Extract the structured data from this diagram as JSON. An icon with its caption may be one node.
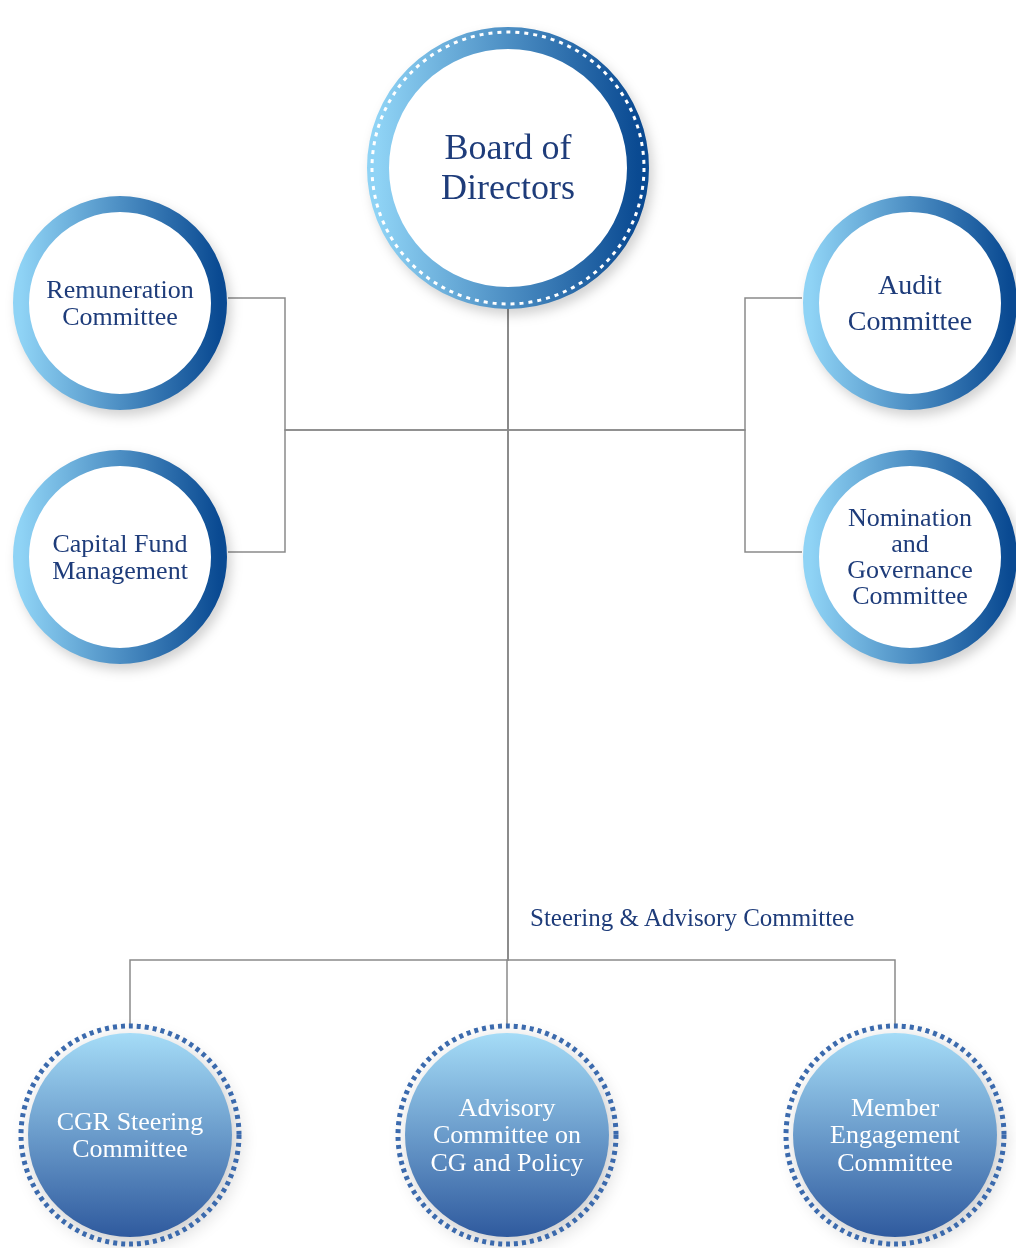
{
  "diagram": {
    "nodes": [
      {
        "text": [
          "Board of Directors"
        ]
      },
      {
        "text": [
          "Remuneration Committee"
        ]
      },
      {
        "text": [
          "Audit Committee"
        ]
      },
      {
        "text": [
          "Capital Fund Management"
        ]
      },
      {
        "text": [
          "Nomination and Governance Committee"
        ]
      },
      {
        "text": [
          "CGR Steering Committee"
        ]
      },
      {
        "text": [
          "Advisory Committee on CG and Policy"
        ]
      },
      {
        "text": [
          "Member Engagement Committee"
        ]
      }
    ],
    "edges": [
      {
        "from": 0,
        "to": 1,
        "arrow": "none"
      },
      {
        "from": 0,
        "to": 2,
        "arrow": "none"
      },
      {
        "from": 0,
        "to": 3,
        "arrow": "none"
      },
      {
        "from": 0,
        "to": 4,
        "arrow": "none"
      },
      {
        "from": 0,
        "to": 5,
        "arrow": "none"
      },
      {
        "from": 0,
        "to": 6,
        "arrow": "none"
      },
      {
        "from": 0,
        "to": 7,
        "arrow": "none"
      }
    ],
    "labels": [
      "Steering & Advisory Committee"
    ]
  }
}
